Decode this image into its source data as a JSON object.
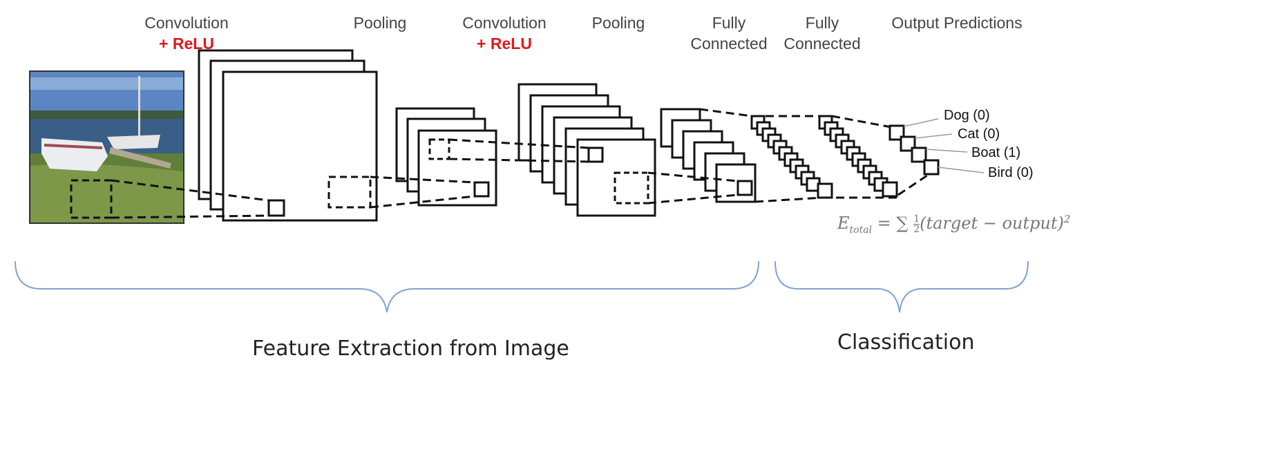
{
  "labels": {
    "conv1": "Convolution",
    "conv1_relu": "+ ReLU",
    "pool1": "Pooling",
    "conv2": "Convolution",
    "conv2_relu": "+ ReLU",
    "pool2": "Pooling",
    "fc1_line1": "Fully",
    "fc1_line2": "Connected",
    "fc2_line1": "Fully",
    "fc2_line2": "Connected",
    "output": "Output Predictions"
  },
  "predictions": [
    "Dog (0)",
    "Cat (0)",
    "Boat (1)",
    "Bird (0)"
  ],
  "formula": {
    "lhs": "E",
    "lhs_sub": "total",
    "equals": " = ∑ ",
    "frac_num": "1",
    "frac_den": "2",
    "rhs": "(target − output)",
    "power": "2"
  },
  "sections": {
    "feature_extraction": "Feature Extraction from Image",
    "classification": "Classification"
  },
  "colors": {
    "relu": "#e0191c",
    "stroke": "#111111",
    "brace": "#7fa3d1"
  }
}
